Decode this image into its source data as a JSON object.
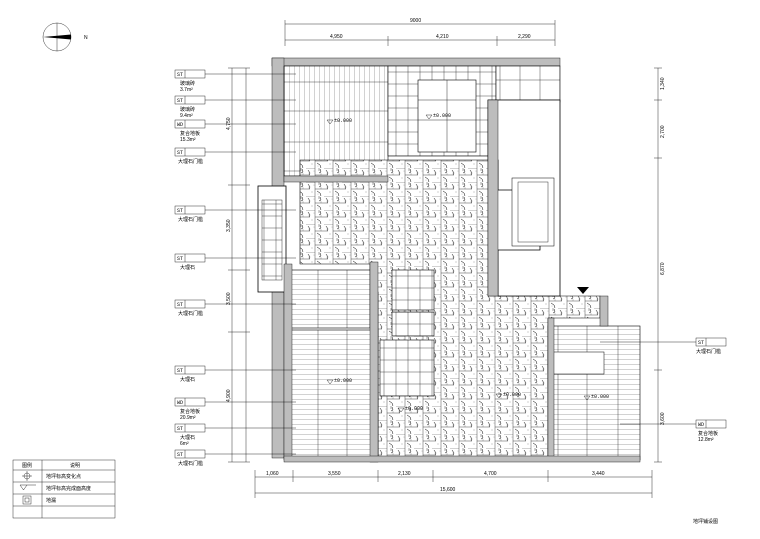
{
  "compass": {
    "label": "N"
  },
  "dims_top": {
    "total": "9000",
    "a": "4,950",
    "b": "4,210",
    "c": "2,290"
  },
  "dims_bottom": {
    "total": "15,600",
    "a": "1,060",
    "b": "3,550",
    "c": "2,130",
    "d": "4,700",
    "e": "3,440"
  },
  "dims_left": [
    "4,750",
    "3,350",
    "3,500",
    "4,900"
  ],
  "dims_right": [
    "1,340",
    "2,700",
    "6,870",
    "3,600"
  ],
  "callouts_left": [
    {
      "code": "ST",
      "name": "玻璃砖",
      "area": "3.7m²"
    },
    {
      "code": "ST",
      "name": "玻璃砖",
      "area": "9.4m²"
    },
    {
      "code": "WD",
      "name": "复合地板",
      "area": "15.3m²"
    },
    {
      "code": "ST",
      "name": "大理石门槛",
      "area": ""
    },
    {
      "code": "ST",
      "name": "大理石门槛",
      "area": ""
    },
    {
      "code": "ST",
      "name": "大理石",
      "area": ""
    },
    {
      "code": "ST",
      "name": "大理石门槛",
      "area": ""
    },
    {
      "code": "ST",
      "name": "大理石",
      "area": ""
    },
    {
      "code": "WD",
      "name": "复合地板",
      "area": "20.9m²"
    },
    {
      "code": "ST",
      "name": "大理石",
      "area": "6m²"
    },
    {
      "code": "ST",
      "name": "大理石门槛",
      "area": ""
    }
  ],
  "callouts_right": [
    {
      "code": "ST",
      "name": "大理石门槛",
      "area": ""
    },
    {
      "code": "WD",
      "name": "复合地板",
      "area": "12.8m²"
    }
  ],
  "level_marks": [
    "±0.000",
    "±0.000",
    "±0.000",
    "±0.000",
    "±0.000",
    "±0.000"
  ],
  "legend": {
    "headers": [
      "图例",
      "说明"
    ],
    "rows": [
      {
        "icon": "crosshair-icon",
        "text": "地坪标高变化点"
      },
      {
        "icon": "level-mark-icon",
        "text": "地坪标高完成面高度"
      },
      {
        "icon": "floor-drain-icon",
        "text": "地漏"
      }
    ]
  },
  "drawing_title": "地坪铺设图"
}
